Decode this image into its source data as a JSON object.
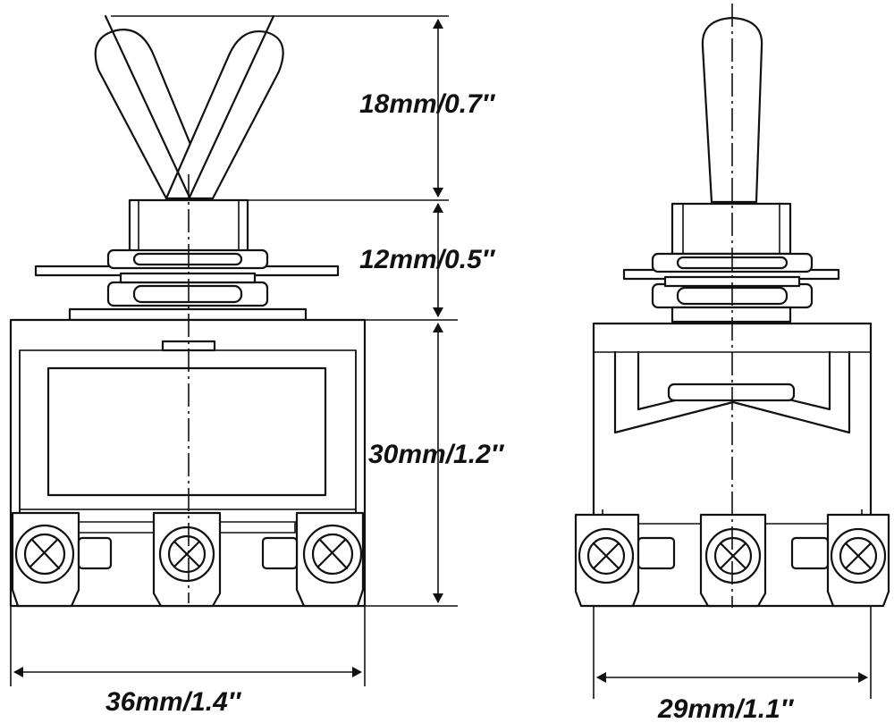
{
  "diagram": {
    "front_view": {
      "labels": {
        "lever_height": "18mm/0.7″",
        "bushing_height": "12mm/0.5″",
        "body_height": "30mm/1.2″",
        "body_width": "36mm/1.4″"
      }
    },
    "side_view": {
      "labels": {
        "body_width": "29mm/1.1″"
      }
    }
  }
}
